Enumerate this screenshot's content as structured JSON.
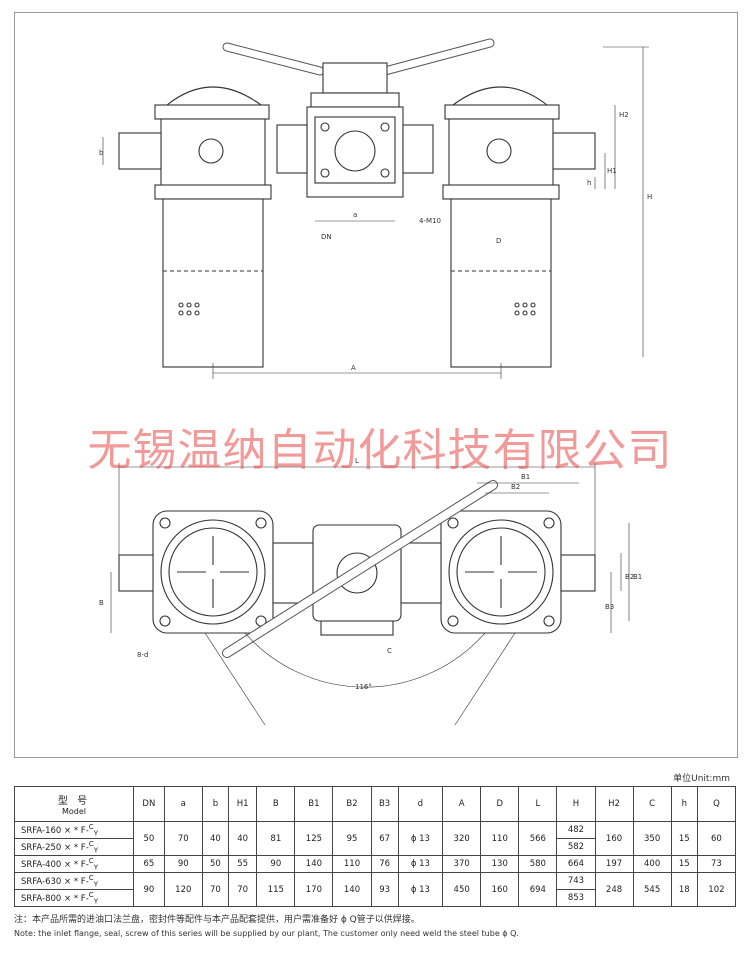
{
  "watermark": {
    "company": "无锡温纳自动化科技有限公司"
  },
  "drawing": {
    "front_view_labels": {
      "b": "b",
      "a": "a",
      "dn": "DN",
      "bolt": "4-M10",
      "D": "D",
      "A": "A",
      "H": "H",
      "H1": "H1",
      "H2": "H2",
      "h": "h"
    },
    "top_view_labels": {
      "L": "L",
      "B1": "B1",
      "B2": "B2",
      "B3": "B3",
      "B": "B",
      "C": "C",
      "angle": "116°",
      "holes": "8-d"
    }
  },
  "table": {
    "unit": "单位Unit:mm",
    "model_header_zh": "型 号",
    "model_header_en": "Model",
    "columns": [
      "DN",
      "a",
      "b",
      "H1",
      "B",
      "B1",
      "B2",
      "B3",
      "d",
      "A",
      "D",
      "L",
      "H",
      "H2",
      "C",
      "h",
      "Q"
    ],
    "rows": [
      {
        "model": "SRFA-160 × * F-",
        "suffix_top": "C",
        "suffix_bottom": "Y"
      },
      {
        "model": "SRFA-250 × * F-",
        "suffix_top": "C",
        "suffix_bottom": "Y"
      },
      {
        "model": "SRFA-400 × * F-",
        "suffix_top": "C",
        "suffix_bottom": "Y"
      },
      {
        "model": "SRFA-630 × * F-",
        "suffix_top": "C",
        "suffix_bottom": "Y"
      },
      {
        "model": "SRFA-800 × * F-",
        "suffix_top": "C",
        "suffix_bottom": "Y"
      }
    ],
    "groups": [
      {
        "DN": "50",
        "a": "70",
        "b": "40",
        "H1": "40",
        "B": "81",
        "B1": "125",
        "B2": "95",
        "B3": "67",
        "d": "ϕ 13",
        "A": "320",
        "D": "110",
        "L": "566",
        "H": [
          "482",
          "582"
        ],
        "H2": "160",
        "C": "350",
        "h": "15",
        "Q": "60"
      },
      {
        "DN": "65",
        "a": "90",
        "b": "50",
        "H1": "55",
        "B": "90",
        "B1": "140",
        "B2": "110",
        "B3": "76",
        "d": "ϕ 13",
        "A": "370",
        "D": "130",
        "L": "580",
        "H": [
          "664"
        ],
        "H2": "197",
        "C": "400",
        "h": "15",
        "Q": "73"
      },
      {
        "DN": "90",
        "a": "120",
        "b": "70",
        "H1": "70",
        "B": "115",
        "B1": "170",
        "B2": "140",
        "B3": "93",
        "d": "ϕ 13",
        "A": "450",
        "D": "160",
        "L": "694",
        "H": [
          "743",
          "853"
        ],
        "H2": "248",
        "C": "545",
        "h": "18",
        "Q": "102"
      }
    ]
  },
  "notes": {
    "zh": "注：本产品所需的进油口法兰盘，密封件等配件与本产品配套提供，用户需准备好 ϕ Q管子以供焊接。",
    "en": "Note: the inlet flange, seal, screw of this series will be supplied by our plant, The customer only need weld the steel tube  ϕ Q."
  }
}
